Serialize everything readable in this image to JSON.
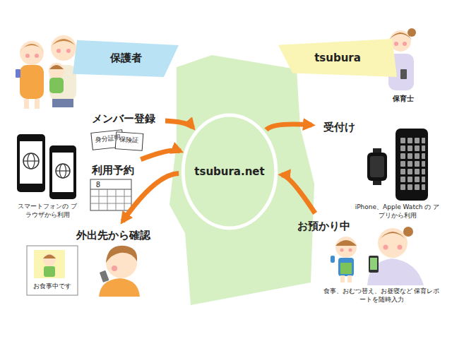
{
  "diagram": {
    "nodes": [
      {
        "text": [
          "保護者"
        ]
      },
      {
        "text": [
          "tsubura"
        ]
      },
      {
        "text": [
          "メンバー登録"
        ]
      },
      {
        "text": [
          "利用予約"
        ]
      },
      {
        "text": [
          "tsubura.net"
        ]
      },
      {
        "text": [
          "外出先から確認"
        ]
      },
      {
        "text": [
          "受付け"
        ]
      },
      {
        "text": [
          "お預かり中"
        ]
      }
    ],
    "edges": [
      {
        "from": 2,
        "to": 4,
        "arrow": "to"
      },
      {
        "from": 3,
        "to": 4,
        "arrow": "to"
      },
      {
        "from": 4,
        "to": 5,
        "arrow": "to"
      },
      {
        "from": 4,
        "to": 6,
        "arrow": "to"
      },
      {
        "from": 7,
        "to": 4,
        "arrow": "to"
      }
    ],
    "labels": [
      "身分証明",
      "保険証",
      "8",
      "スマートフォンの ブラウザから利用",
      "お食事中です",
      "iPhone、Apple Watch の アプリから利用",
      "食事、おむつ替え、お昼寝など 保育レポートを随時入力",
      "保育士"
    ]
  }
}
